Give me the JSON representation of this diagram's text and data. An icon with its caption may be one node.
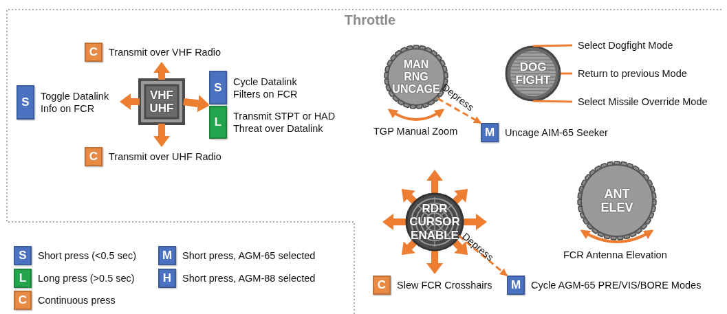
{
  "diagram": {
    "title": "Throttle",
    "nodes": [
      {
        "text": [
          "VHF UHF"
        ]
      },
      {
        "text": [
          "C"
        ],
        "beside": [
          "Transmit over VHF Radio"
        ]
      },
      {
        "text": [
          "S"
        ],
        "beside": [
          "Toggle Datalink Info on FCR"
        ]
      },
      {
        "text": [
          "S"
        ],
        "beside": [
          "Cycle Datalink Filters on FCR"
        ]
      },
      {
        "text": [
          "L"
        ],
        "beside": [
          "Transmit STPT or HAD Threat over Datalink"
        ]
      },
      {
        "text": [
          "C"
        ],
        "beside": [
          "Transmit over UHF Radio"
        ]
      },
      {
        "text": [
          "MAN RNG UNCAGE"
        ],
        "beside": [
          "TGP Manual Zoom"
        ]
      },
      {
        "text": [
          "M"
        ],
        "beside": [
          "Uncage AIM-65 Seeker"
        ]
      },
      {
        "text": [
          "DOG FIGHT"
        ]
      },
      {
        "text": [
          "Select Dogfight Mode"
        ]
      },
      {
        "text": [
          "Return to previous Mode"
        ]
      },
      {
        "text": [
          "Select Missile Override Mode"
        ]
      },
      {
        "text": [
          "RDR CURSOR ENABLE"
        ]
      },
      {
        "text": [
          "C"
        ],
        "beside": [
          "Slew FCR Crosshairs"
        ]
      },
      {
        "text": [
          "M"
        ],
        "beside": [
          "Cycle AGM-65 PRE/VIS/BORE Modes"
        ]
      },
      {
        "text": [
          "ANT ELEV"
        ],
        "beside": [
          "FCR Antenna Elevation"
        ]
      }
    ],
    "edges": [
      {
        "from": 0,
        "to": 1,
        "arrow": "to",
        "style": "thick"
      },
      {
        "from": 0,
        "to": 2,
        "arrow": "to",
        "style": "thick"
      },
      {
        "from": 0,
        "to": 3,
        "arrow": "to",
        "style": "thick"
      },
      {
        "from": 0,
        "to": 4,
        "arrow": "to",
        "style": "thick"
      },
      {
        "from": 0,
        "to": 5,
        "arrow": "to",
        "style": "thick"
      },
      {
        "from": 6,
        "to": 7,
        "arrow": "to",
        "label": "Depress",
        "style": "dashed"
      },
      {
        "from": 8,
        "to": 9,
        "arrow": "none"
      },
      {
        "from": 8,
        "to": 10,
        "arrow": "none"
      },
      {
        "from": 8,
        "to": 11,
        "arrow": "none"
      },
      {
        "from": 12,
        "to": 14,
        "arrow": "to",
        "label": "Depress",
        "style": "dashed"
      }
    ],
    "labels": [
      "S",
      "L",
      "C",
      "M",
      "H"
    ],
    "legend": [
      {
        "text": "Short press (<0.5 sec)",
        "color": "#4a72c0"
      },
      {
        "text": "Long press (>0.5 sec)",
        "color": "#22a34c"
      },
      {
        "text": "Continuous press",
        "color": "#e98a44"
      },
      {
        "text": "Short press, AGM-65 selected",
        "color": "#4a72c0"
      },
      {
        "text": "Short press, AGM-88 selected",
        "color": "#4a72c0"
      }
    ]
  }
}
